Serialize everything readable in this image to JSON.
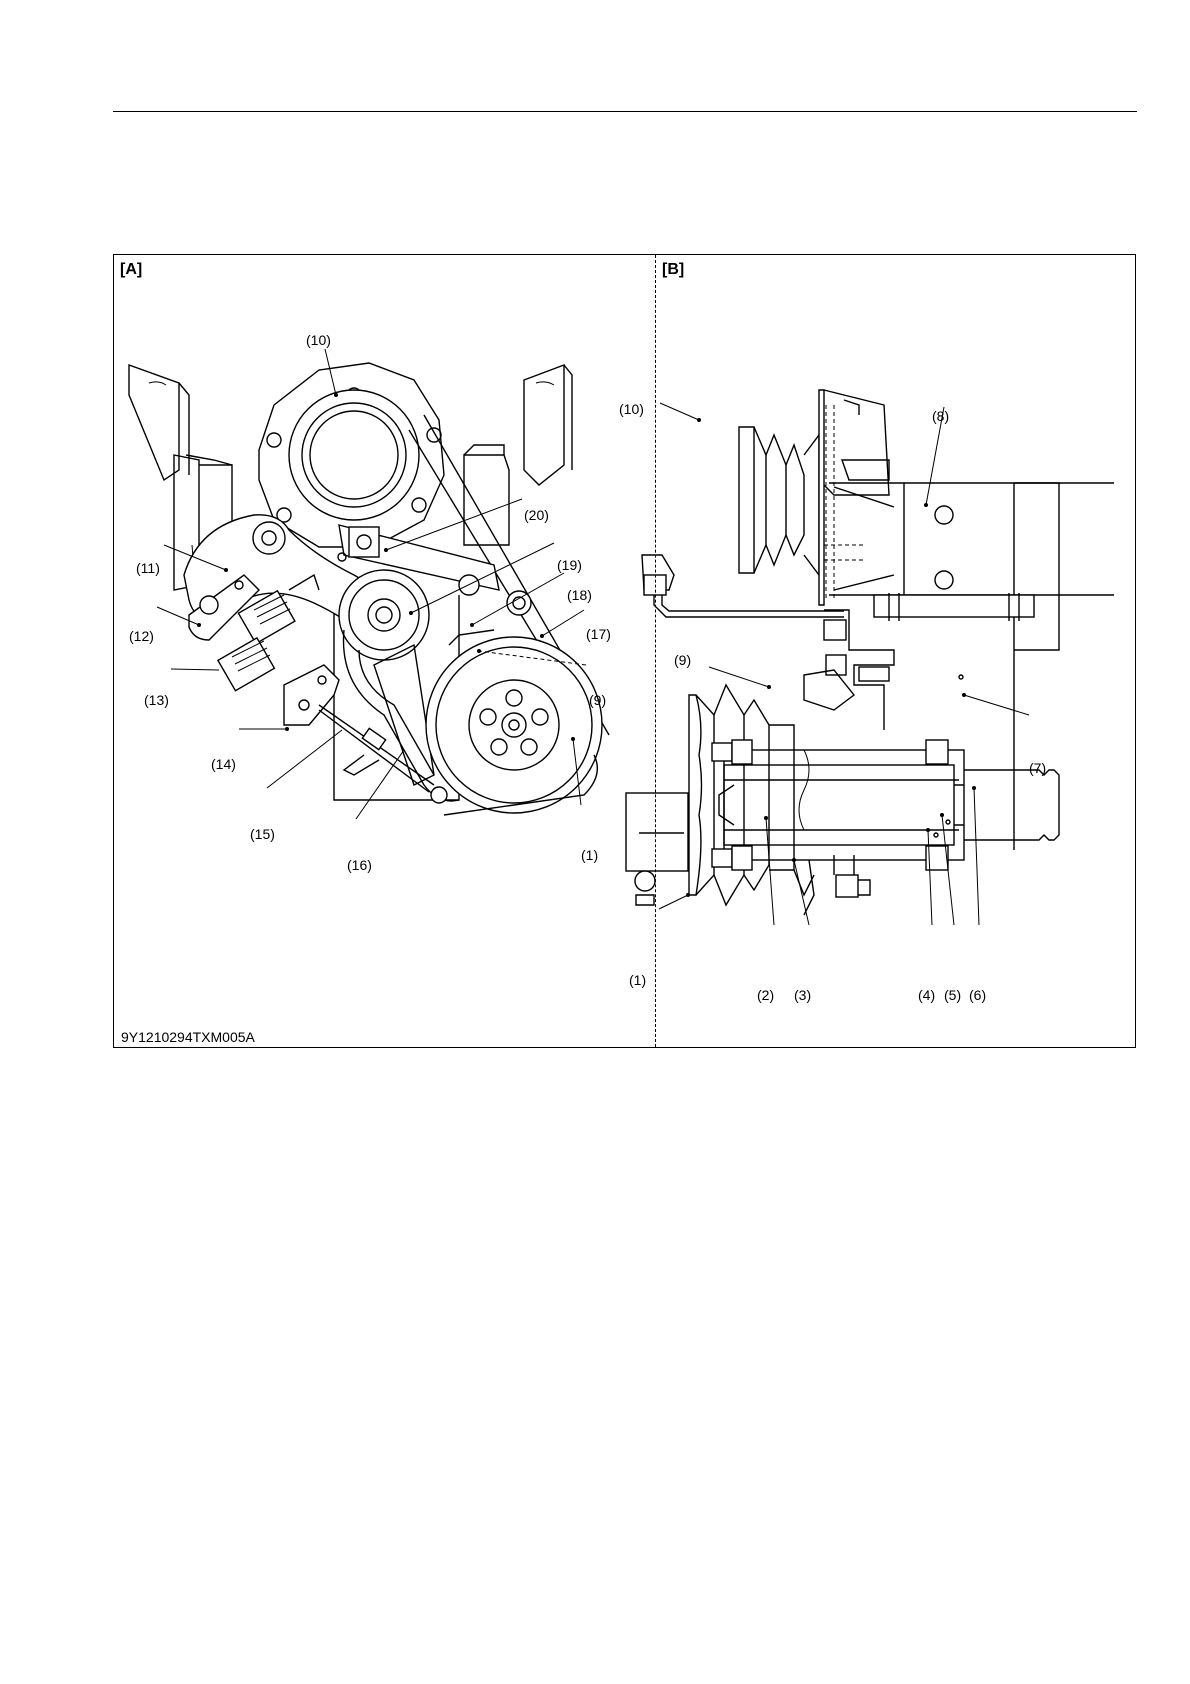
{
  "figure": {
    "panel_a_label": "[A]",
    "panel_b_label": "[B]",
    "figure_code": "9Y1210294TXM005A"
  },
  "panel_a": {
    "callouts": [
      "(10)",
      "(20)",
      "(11)",
      "(19)",
      "(18)",
      "(12)",
      "(17)",
      "(9)",
      "(13)",
      "(14)",
      "(15)",
      "(16)",
      "(1)"
    ]
  },
  "panel_b": {
    "callouts": [
      "(10)",
      "(8)",
      "(9)",
      "(7)",
      "(1)",
      "(2)",
      "(3)",
      "(4)",
      "(5)",
      "(6)"
    ]
  }
}
